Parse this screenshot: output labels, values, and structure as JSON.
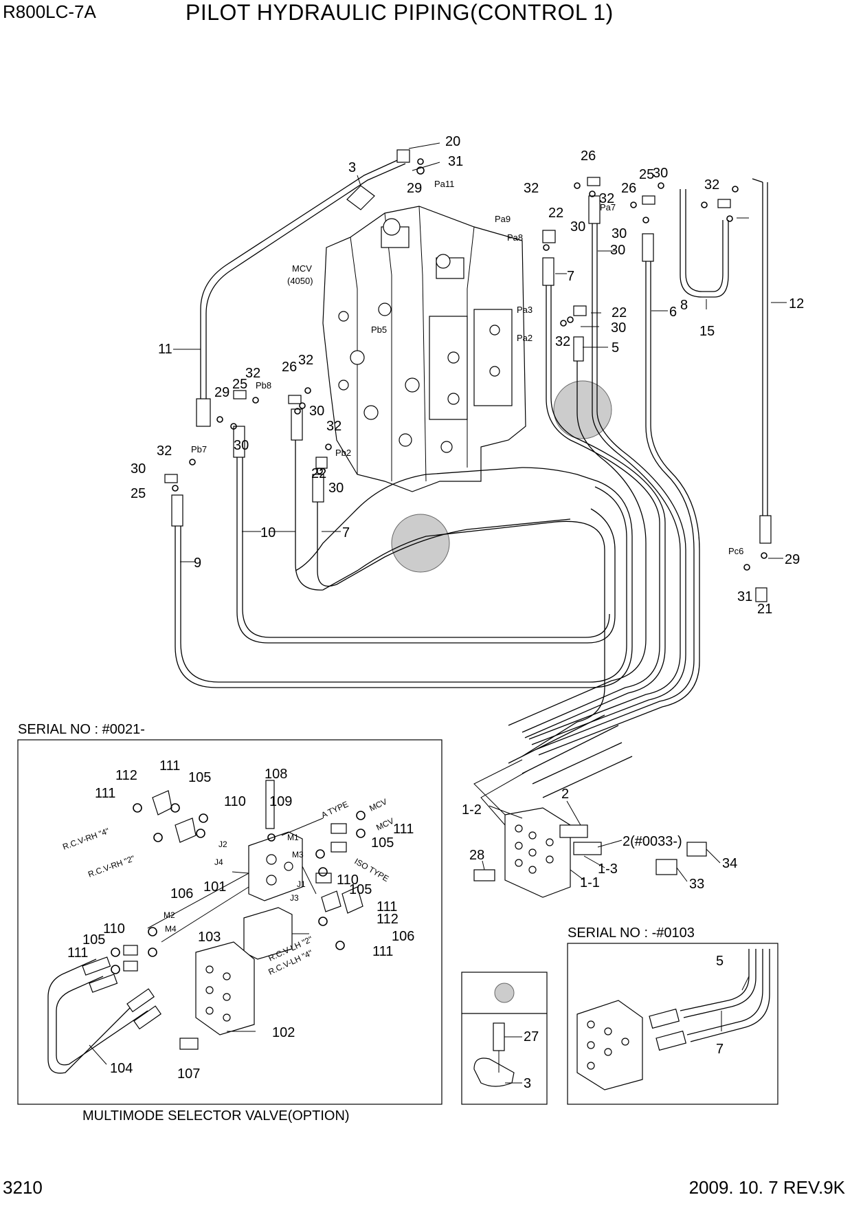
{
  "header": {
    "model": "R800LC-7A",
    "title": "PILOT HYDRAULIC PIPING(CONTROL 1)"
  },
  "footer": {
    "page_number": "3210",
    "revision": "2009. 10. 7  REV.9K"
  },
  "boxes": {
    "serial_top": "SERIAL NO : #0021-",
    "serial_bottom": "SERIAL NO : -#0103",
    "caption": "MULTIMODE SELECTOR VALVE(OPTION)"
  },
  "mcv_label": {
    "line1": "MCV",
    "line2": "(4050)"
  },
  "port_labels": [
    "Pa11",
    "Pa9",
    "Pa8",
    "Pa7",
    "Pa3",
    "Pa2",
    "Pb5",
    "Pb8",
    "Pb7",
    "Pb2",
    "Pc6"
  ],
  "main_callouts": [
    "20",
    "31",
    "3",
    "29",
    "26",
    "32",
    "30",
    "25",
    "32",
    "26",
    "32",
    "30",
    "22",
    "30",
    "8",
    "7",
    "30",
    "12",
    "15",
    "6",
    "22",
    "30",
    "32",
    "5",
    "11",
    "32",
    "26",
    "32",
    "29",
    "25",
    "30",
    "30",
    "32",
    "32",
    "30",
    "25",
    "22",
    "30",
    "10",
    "7",
    "9",
    "29",
    "31",
    "21"
  ],
  "fitting_callouts": [
    "2",
    "1-2",
    "2(#0033-)",
    "28",
    "1-3",
    "1-1",
    "33",
    "34"
  ],
  "option_callouts": [
    "112",
    "111",
    "105",
    "111",
    "110",
    "108",
    "109",
    "111",
    "105",
    "110",
    "105",
    "111",
    "112",
    "106",
    "101",
    "106",
    "110",
    "105",
    "111",
    "103",
    "111",
    "102",
    "104",
    "107"
  ],
  "option_text": [
    "A TYPE",
    "ISO TYPE",
    "MCV",
    "MCV",
    "R.C.V-RH \"4\"",
    "R.C.V-RH \"2\"",
    "R.C.V-LH \"2\"",
    "R.C.V-LH \"4\"",
    "J2",
    "J4",
    "M1",
    "M3",
    "J1",
    "J3",
    "M2",
    "M4"
  ],
  "clamp_callouts": [
    "27",
    "3"
  ],
  "serial_bottom_callouts": [
    "5",
    "7"
  ],
  "colors": {
    "highlight": "#cccccc",
    "line": "#000000"
  }
}
